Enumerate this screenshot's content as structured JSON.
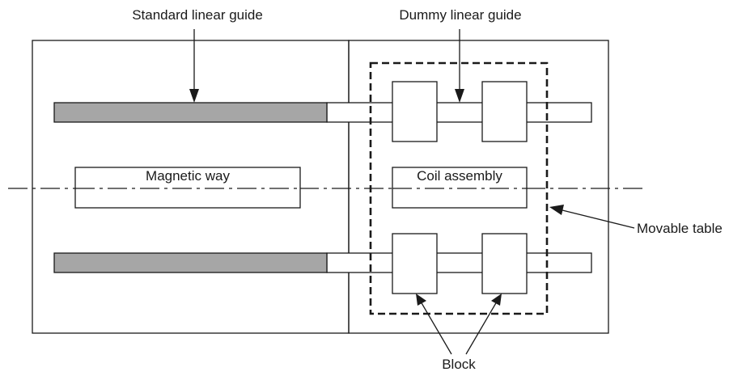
{
  "labels": {
    "standard_linear_guide": "Standard linear guide",
    "dummy_linear_guide": "Dummy linear guide",
    "magnetic_way": "Magnetic way",
    "coil_assembly": "Coil assembly",
    "movable_table": "Movable table",
    "block": "Block"
  },
  "colors": {
    "line": "#1a1a1a",
    "standard_rail_fill": "#a6a6a6",
    "background": "#ffffff"
  }
}
